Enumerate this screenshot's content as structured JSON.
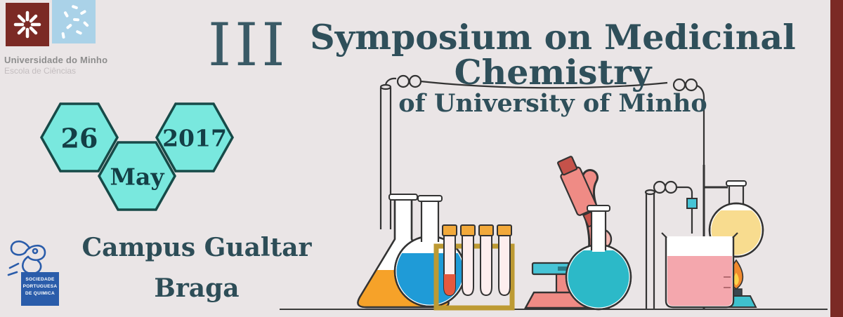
{
  "branding": {
    "university_name": "Universidade do Minho",
    "school_name": "Escola de Ciências"
  },
  "event": {
    "numeral": "III",
    "title_line1": "Symposium on Medicinal",
    "title_line2": "Chemistry",
    "subtitle": "of University of Minho"
  },
  "date": {
    "day": "26",
    "month": "May",
    "year": "2017"
  },
  "location": {
    "campus": "Campus Gualtar",
    "city": "Braga"
  },
  "spq": {
    "line1": "SOCIEDADE",
    "line2": "PORTUGUESA",
    "line3": "DE QUIMICA"
  },
  "colors": {
    "background": "#eae5e6",
    "maroon_stripe": "#7b2a25",
    "title_text": "#2f4f5a",
    "hex_fill": "#79e8de",
    "hex_border": "#174a48",
    "logo_blue_bg": "#aad2e8",
    "spq_blue": "#2a5caa",
    "gray_text": "#8d8d8d",
    "orange_liquid": "#f6a229",
    "blue_liquid": "#1f9bd7",
    "cyan_liquid": "#2cb9c8",
    "pink_liquid": "#f4a7ad",
    "coral_microscope": "#ef8b85",
    "flame_orange": "#f28a2e",
    "teal_equipment": "#46c4d6",
    "tube_cap_yellow": "#f2a93b",
    "rack_yellow": "#bd9a33",
    "red_liquid": "#e4593f",
    "pale_yellow_liquid": "#f8dc8f"
  },
  "icons": {
    "um_logo": "eight-spoke-sun",
    "school_logo": "white-grain-dots",
    "spq_logo": "blue-line-art-alembic",
    "lab_illustration": "flasks-testtubes-microscope-burner"
  }
}
